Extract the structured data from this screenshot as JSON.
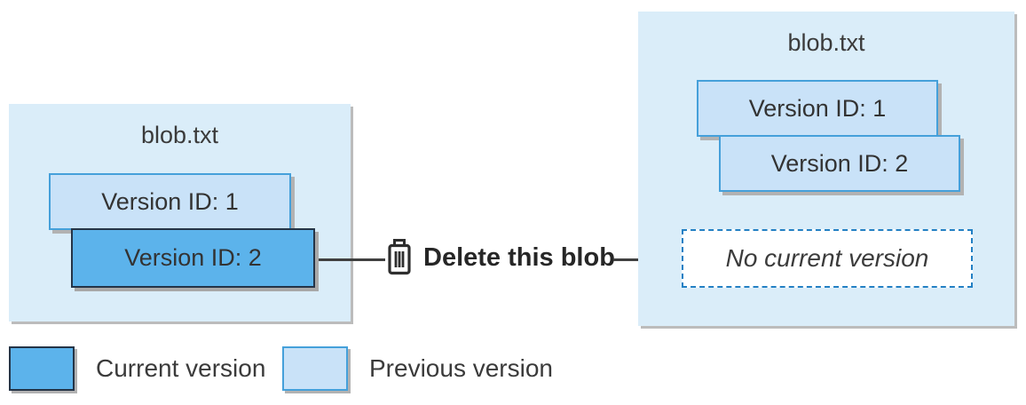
{
  "before": {
    "title": "blob.txt",
    "versions": [
      {
        "label": "Version ID: 1",
        "state": "previous"
      },
      {
        "label": "Version ID: 2",
        "state": "current"
      }
    ]
  },
  "action": {
    "icon": "trash-icon",
    "label": "Delete this blob"
  },
  "after": {
    "title": "blob.txt",
    "versions": [
      {
        "label": "Version ID: 1",
        "state": "previous"
      },
      {
        "label": "Version ID: 2",
        "state": "previous"
      }
    ],
    "placeholder": "No current version"
  },
  "legend": [
    {
      "label": "Current version",
      "color": "#5cb3eb"
    },
    {
      "label": "Previous version",
      "color": "#c9e2f8"
    }
  ],
  "colors": {
    "container_background": "#daedf9",
    "current_version_fill": "#5cb3eb",
    "current_version_border": "#243447",
    "previous_version_fill": "#c9e2f8",
    "previous_version_border": "#45a0da",
    "no_current_version_border": "#2380c4",
    "arrow": "#404040"
  }
}
